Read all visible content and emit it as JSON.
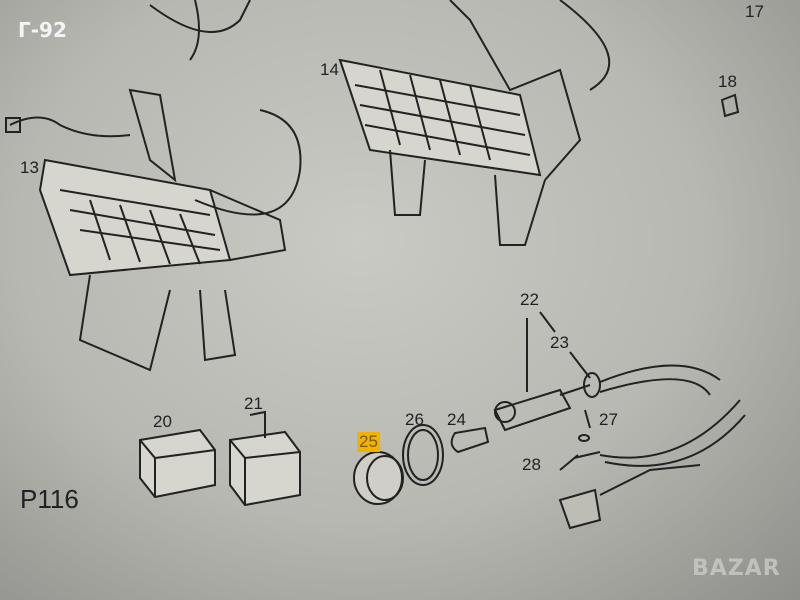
{
  "badge": "Г-92",
  "page_code": "P116",
  "watermark": "BAZAR",
  "highlight_color": "#f0b400",
  "labels": {
    "p13": "13",
    "p14": "14",
    "p17": "17",
    "p18": "18",
    "p20": "20",
    "p21": "21",
    "p22": "22",
    "p23": "23",
    "p24": "24",
    "p25": "25",
    "p26": "26",
    "p27": "27",
    "p28": "28"
  }
}
